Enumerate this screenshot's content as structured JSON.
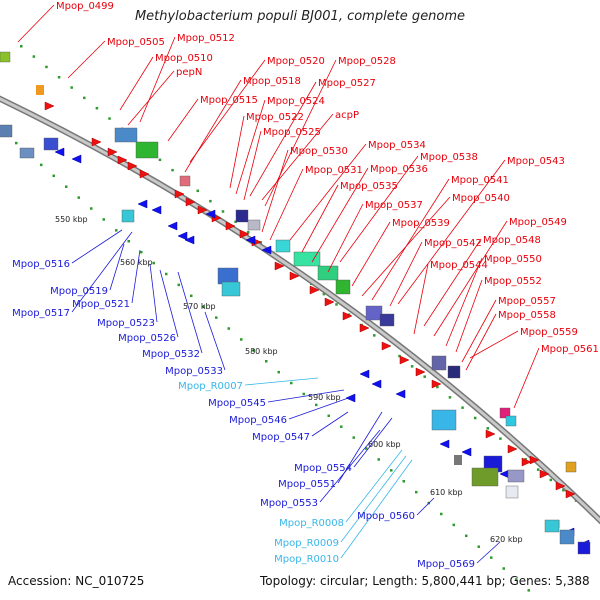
{
  "title": "Methylobacterium populi BJ001, complete genome",
  "footer": {
    "accession": "Accession: NC_010725",
    "summary": "Topology: circular; Length: 5,800,441 bp; Genes: 5,388"
  },
  "colors": {
    "forward_label": "#e8000b",
    "reverse_label": "#1a1ad9",
    "rna_label": "#38b6e8",
    "backbone": "#9a9a9a",
    "forward_gene": "#ee1111",
    "reverse_gene": "#1111ee",
    "tick_dot": "#2e9b2e"
  },
  "ticks": [
    "550 kbp",
    "560 kbp",
    "570 kbp",
    "580 kbp",
    "590 kbp",
    "600 kbp",
    "610 kbp",
    "620 kbp"
  ],
  "forward_labels": [
    "Mpop_0499",
    "Mpop_0505",
    "Mpop_0510",
    "pepN",
    "Mpop_0512",
    "Mpop_0515",
    "Mpop_0518",
    "Mpop_0520",
    "Mpop_0522",
    "Mpop_0524",
    "Mpop_0525",
    "Mpop_0527",
    "acpP",
    "Mpop_0528",
    "Mpop_0530",
    "Mpop_0531",
    "Mpop_0534",
    "Mpop_0535",
    "Mpop_0536",
    "Mpop_0537",
    "Mpop_0538",
    "Mpop_0539",
    "Mpop_0540",
    "Mpop_0541",
    "Mpop_0542",
    "Mpop_0543",
    "Mpop_0544",
    "Mpop_0548",
    "Mpop_0549",
    "Mpop_0550",
    "Mpop_0552",
    "Mpop_0557",
    "Mpop_0558",
    "Mpop_0559",
    "Mpop_0561"
  ],
  "reverse_labels": [
    "Mpop_0516",
    "Mpop_0519",
    "Mpop_0517",
    "Mpop_0521",
    "Mpop_0523",
    "Mpop_0526",
    "Mpop_0532",
    "Mpop_0533",
    "Mpop_0545",
    "Mpop_0546",
    "Mpop_0547",
    "Mpop_0554",
    "Mpop_0551",
    "Mpop_0553",
    "Mpop_0560",
    "Mpop_0569"
  ],
  "rna_labels": [
    "Mpop_R0007",
    "Mpop_R0008",
    "Mpop_R0009",
    "Mpop_R0010"
  ]
}
